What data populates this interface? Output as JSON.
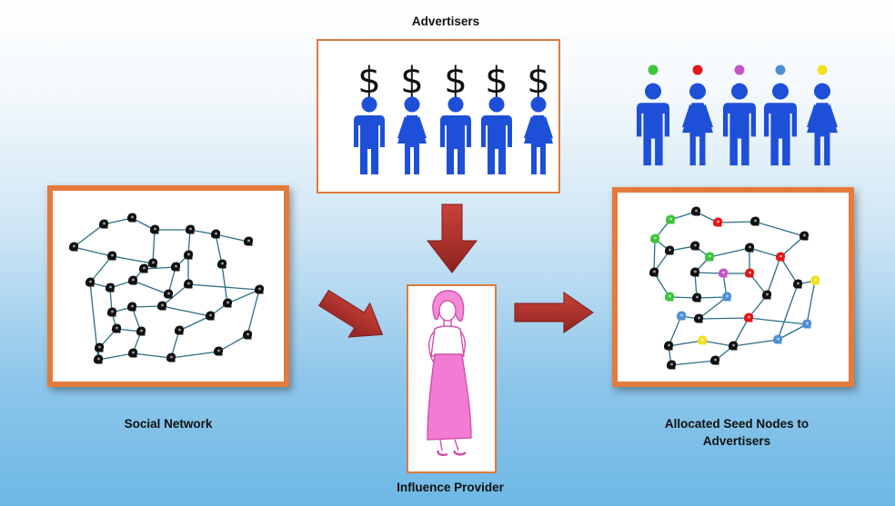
{
  "labels": {
    "advertisers": "Advertisers",
    "social_network": "Social Network",
    "influence_provider": "Influence Provider",
    "allocated_line1": "Allocated Seed Nodes to",
    "allocated_line2": "Advertisers"
  },
  "advertisers": {
    "currency_symbol": "$",
    "people": [
      "male",
      "female",
      "male",
      "male",
      "female"
    ]
  },
  "allocated_people": [
    {
      "gender": "male",
      "head_color": "#3cc43c"
    },
    {
      "gender": "female",
      "head_color": "#e01818"
    },
    {
      "gender": "male",
      "head_color": "#c653c6"
    },
    {
      "gender": "male",
      "head_color": "#4f8fd6"
    },
    {
      "gender": "female",
      "head_color": "#f0e020"
    }
  ],
  "colors": {
    "person_blue": "#1e4fd8",
    "frame_orange": "#e57a3d",
    "arrow_red": "#b5302a",
    "provider_pink": "#f07ad0",
    "edge": "#2a6f86",
    "node_dark": "#111111",
    "seed_green": "#3cc43c",
    "seed_red": "#e01818",
    "seed_purple": "#c653c6",
    "seed_blue": "#4f8fd6",
    "seed_yellow": "#f0e020"
  }
}
